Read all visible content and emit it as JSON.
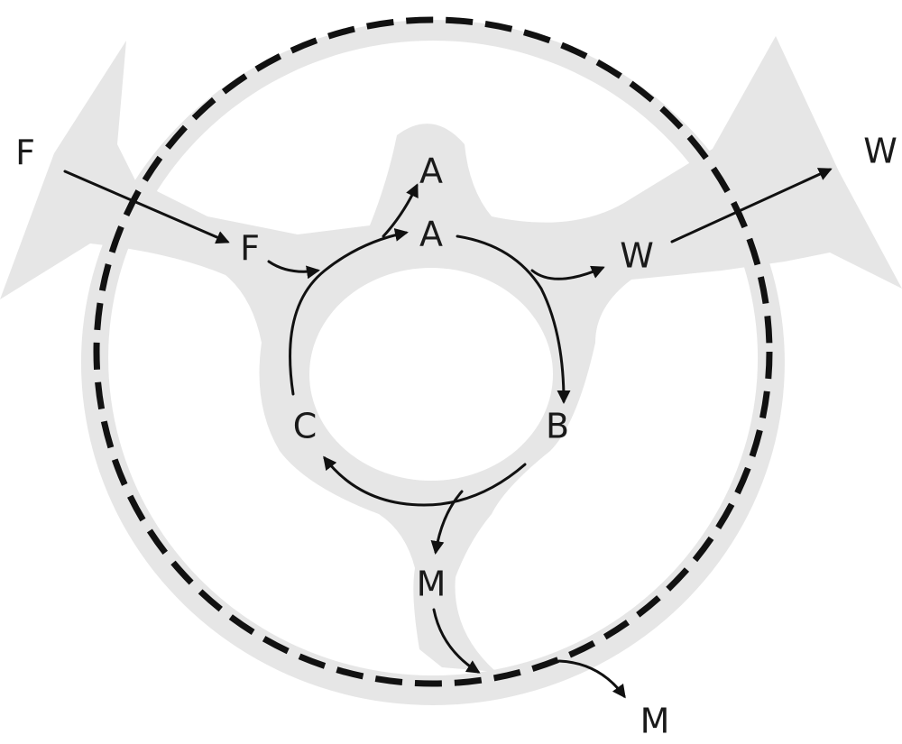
{
  "labels": {
    "outer_input": "F",
    "inner_input": "F",
    "node_a_outer": "A",
    "node_a_inner": "A",
    "outer_output_w": "W",
    "inner_output_w": "W",
    "node_b": "B",
    "node_c": "C",
    "inner_output_m": "M",
    "outer_output_m": "M"
  },
  "colors": {
    "region_fill": "#e6e6e6",
    "stroke": "#111111",
    "text": "#1a1a1a",
    "background": "#ffffff"
  }
}
